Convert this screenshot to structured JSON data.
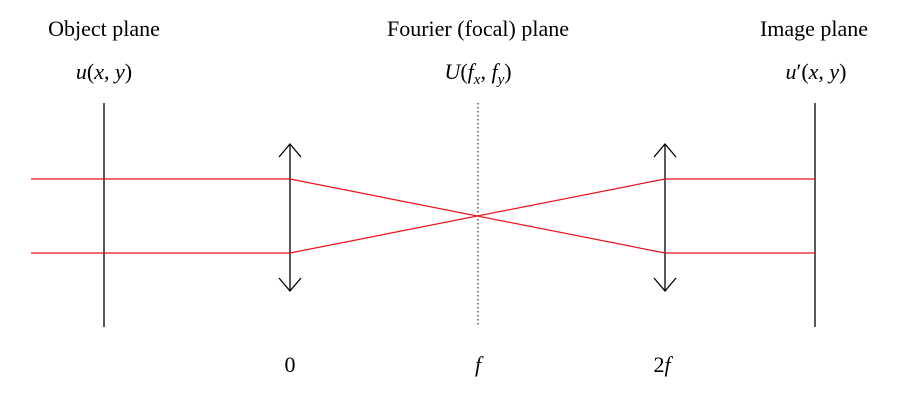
{
  "planes": {
    "object": {
      "title": "Object plane",
      "field": "u(x, y)"
    },
    "fourier": {
      "title": "Fourier (focal) plane",
      "field": "U(f_x, f_y)"
    },
    "image": {
      "title": "Image plane",
      "field": "u′(x, y)"
    }
  },
  "axis": {
    "ticks": [
      "0",
      "f",
      "2f"
    ]
  },
  "colors": {
    "ray": "#e8141b",
    "line": "#000000",
    "background": "#ffffff"
  }
}
